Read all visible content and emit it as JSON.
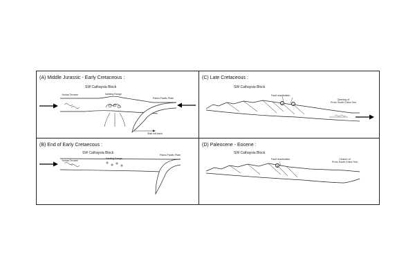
{
  "panels": {
    "a": {
      "title": "(A) Middle Jurassic -  Early Cretaceous :",
      "block": "SW Cathaysia Block",
      "yunkai": "Yunkai Terrane",
      "nanling": "Nanling Range",
      "plate": "Paleo-Pacific Plate",
      "rollback": "Slab roll-back"
    },
    "b": {
      "title": "(B) End of Early Cretaecous :",
      "block": "SW Cathaysia Block",
      "yunkai": "Yunkai Terrane",
      "nanling": "Nanling Range",
      "plate": "Paleo-Pacific Plate"
    },
    "c": {
      "title": "(C) Late Cretaceous :",
      "block": "SW Cathaysia Block",
      "fault": "Fault reactivation",
      "opening": "Opening of\nProto South China Sea",
      "num1": "1",
      "num2": "2"
    },
    "d": {
      "title": "(D) Paleocene -  Eocene :",
      "block": "SW Cathaysia Block",
      "fault": "Fault reactivation",
      "closure": "Closure of\nProto South China Sea",
      "num3": "3"
    }
  }
}
